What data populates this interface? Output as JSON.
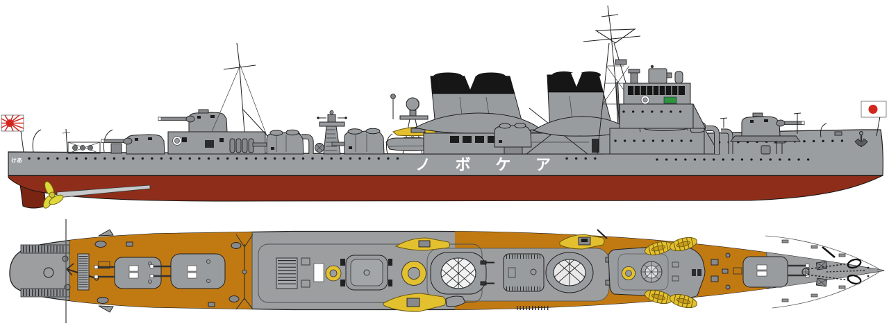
{
  "side_profile": {
    "hull_name": "ノ ボ ケ ア",
    "stern_name": "けあ",
    "stern_flag_icon": "rising-sun-naval-ensign",
    "bow_flag_icon": "hinomaru-flag"
  },
  "colors": {
    "background": "#ffffff",
    "hull_gray": "#9b9ea1",
    "structure_gray": "#999c9f",
    "dark_gray": "#87898c",
    "underwater_red": "#8e2e1a",
    "rudder_red": "#7a2513",
    "deck_orange": "#c17a12",
    "deck_gray": "#9c9ea0",
    "boat_yellow": "#e3c02e",
    "propeller_yellow": "#dfd83a",
    "funnel_cap_black": "#161616",
    "flag_red": "#d2271f",
    "panel_green": "#2d9440",
    "outline": "#1f1f1f"
  }
}
